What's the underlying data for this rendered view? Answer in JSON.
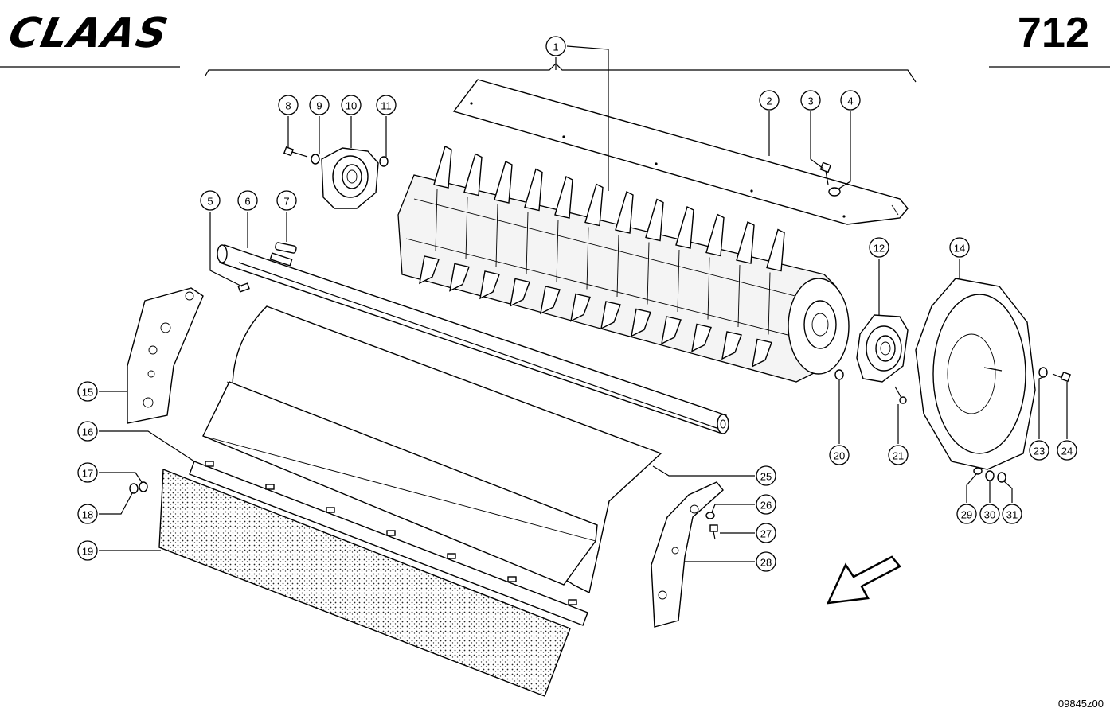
{
  "header": {
    "brand": "CLAAS",
    "page_number": "712"
  },
  "footer": {
    "drawing_id": "09845z00"
  },
  "callouts": [
    {
      "id": "1",
      "label": "1"
    },
    {
      "id": "2",
      "label": "2"
    },
    {
      "id": "3",
      "label": "3"
    },
    {
      "id": "4",
      "label": "4"
    },
    {
      "id": "5",
      "label": "5"
    },
    {
      "id": "6",
      "label": "6"
    },
    {
      "id": "7",
      "label": "7"
    },
    {
      "id": "8",
      "label": "8"
    },
    {
      "id": "9",
      "label": "9"
    },
    {
      "id": "10",
      "label": "10"
    },
    {
      "id": "11",
      "label": "11"
    },
    {
      "id": "12",
      "label": "12"
    },
    {
      "id": "14",
      "label": "14"
    },
    {
      "id": "15",
      "label": "15"
    },
    {
      "id": "16",
      "label": "16"
    },
    {
      "id": "17",
      "label": "17"
    },
    {
      "id": "18",
      "label": "18"
    },
    {
      "id": "19",
      "label": "19"
    },
    {
      "id": "20",
      "label": "20"
    },
    {
      "id": "21",
      "label": "21"
    },
    {
      "id": "23",
      "label": "23"
    },
    {
      "id": "24",
      "label": "24"
    },
    {
      "id": "25",
      "label": "25"
    },
    {
      "id": "26",
      "label": "26"
    },
    {
      "id": "27",
      "label": "27"
    },
    {
      "id": "28",
      "label": "28"
    },
    {
      "id": "29",
      "label": "29"
    },
    {
      "id": "30",
      "label": "30"
    },
    {
      "id": "31",
      "label": "31"
    }
  ]
}
